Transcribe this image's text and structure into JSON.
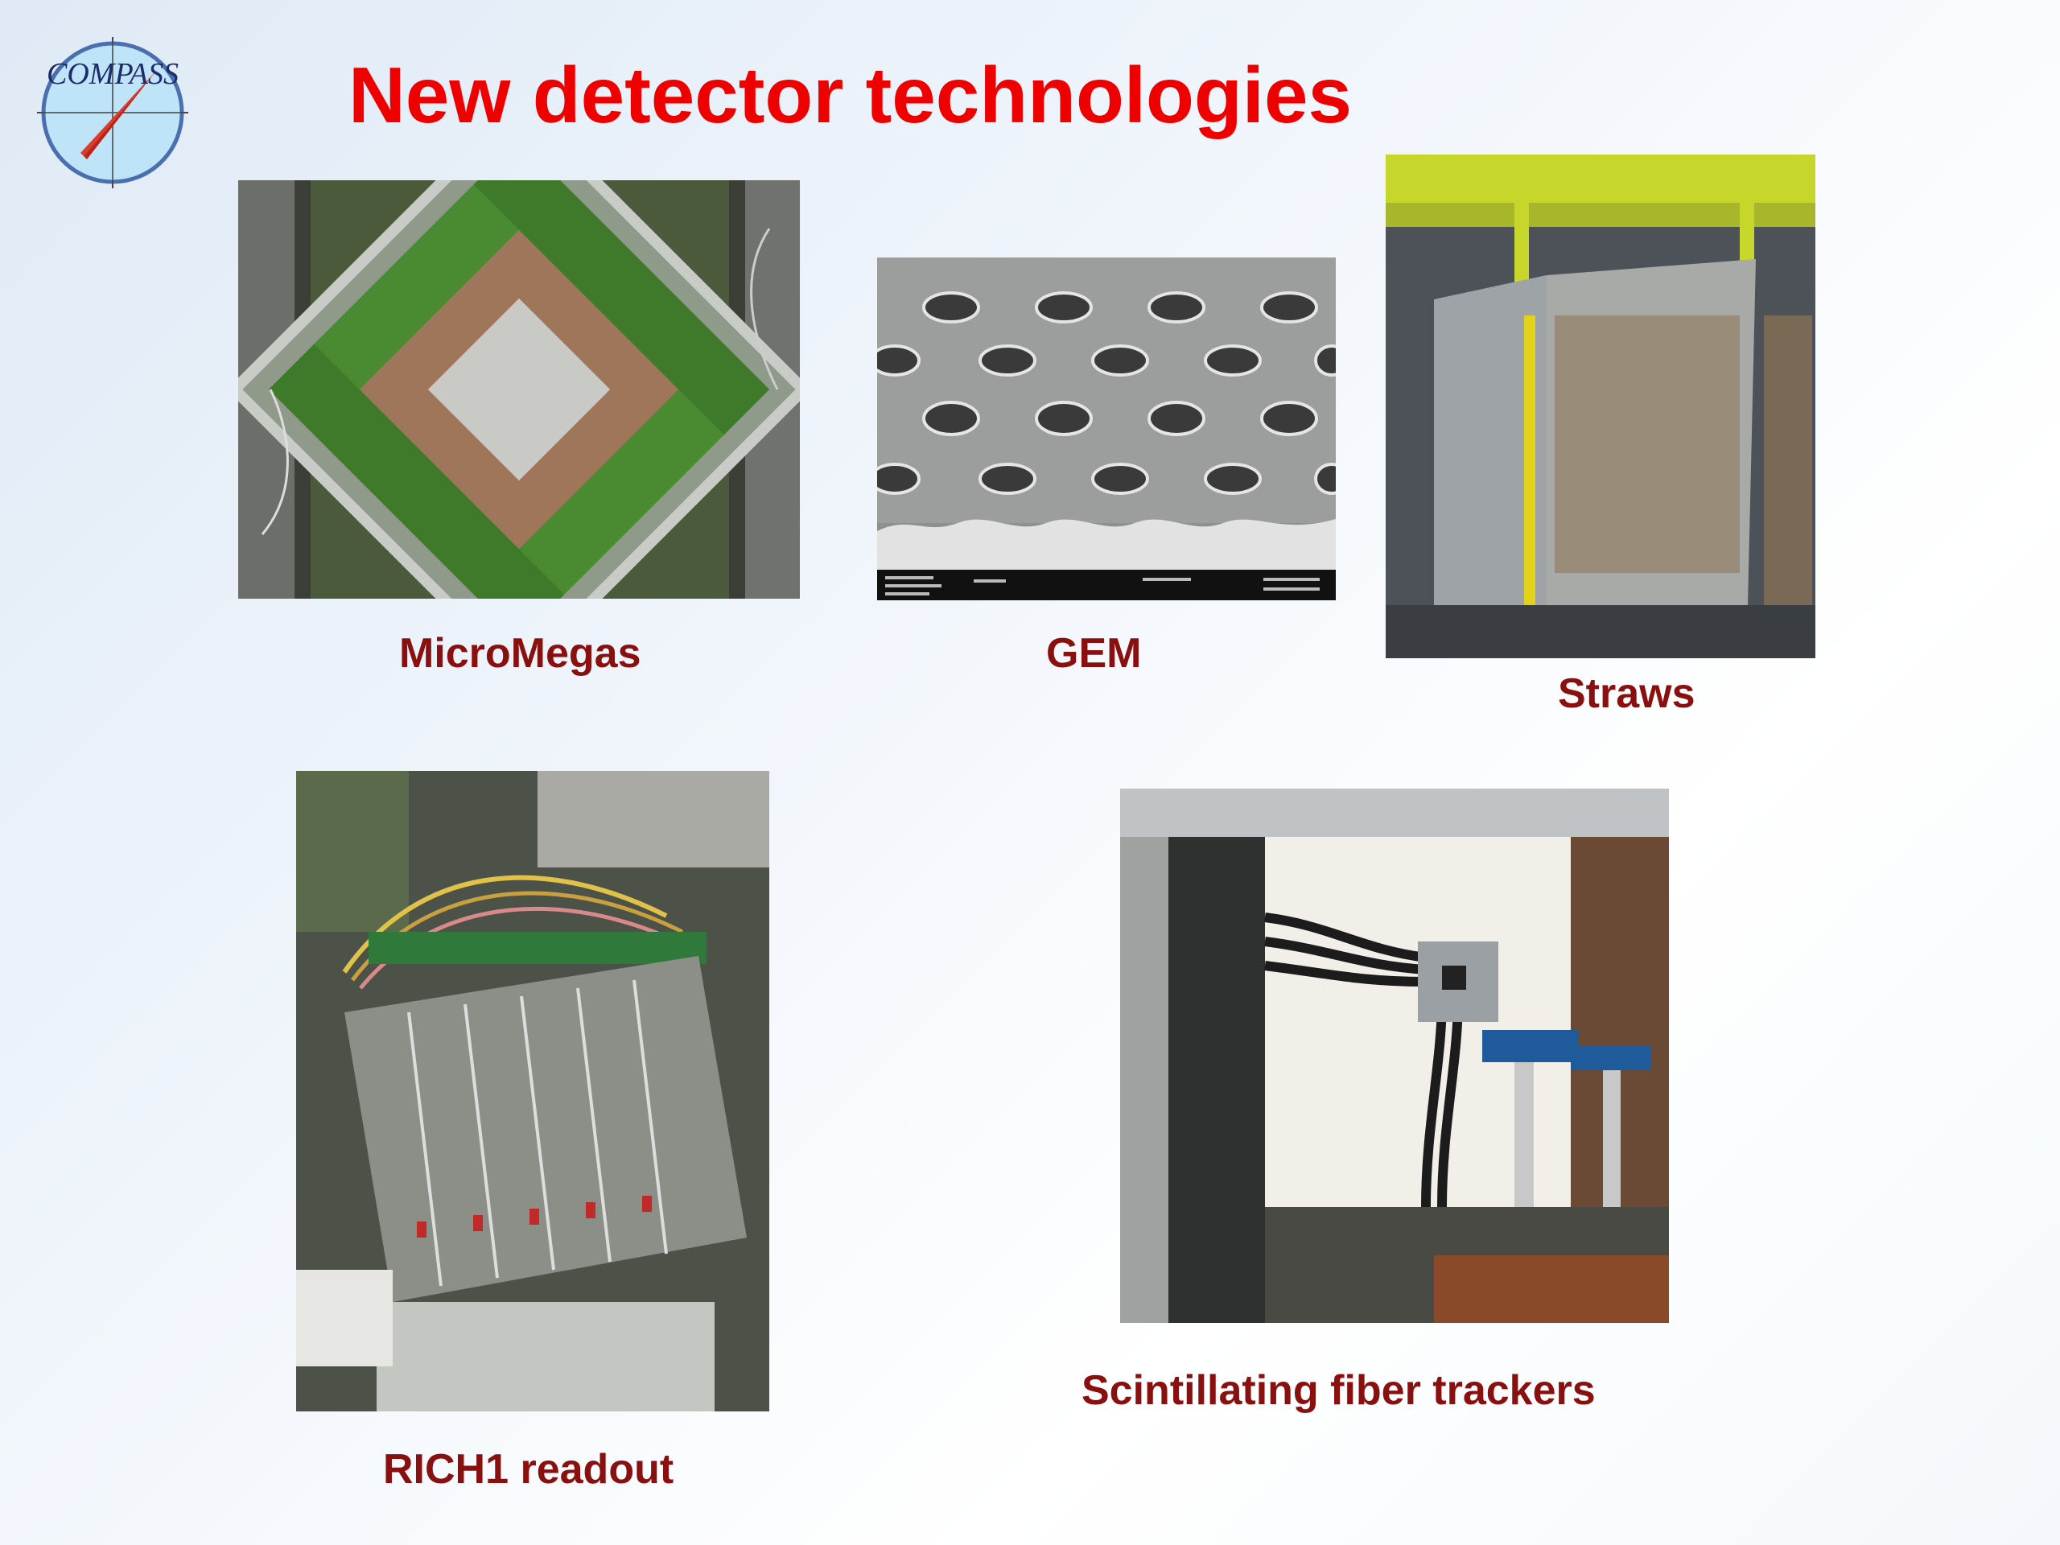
{
  "slide": {
    "title": "New detector technologies",
    "logo_text": "COMPASS"
  },
  "photos": [
    {
      "caption": "MicroMegas"
    },
    {
      "caption": "GEM"
    },
    {
      "caption": "Straws"
    },
    {
      "caption": "RICH1 readout"
    },
    {
      "caption": "Scintillating fiber trackers"
    }
  ],
  "colors": {
    "title": "#ee0000",
    "caption": "#8a1010",
    "logo_needle": "#e23a2a",
    "logo_disc": "#bfe3f7"
  }
}
